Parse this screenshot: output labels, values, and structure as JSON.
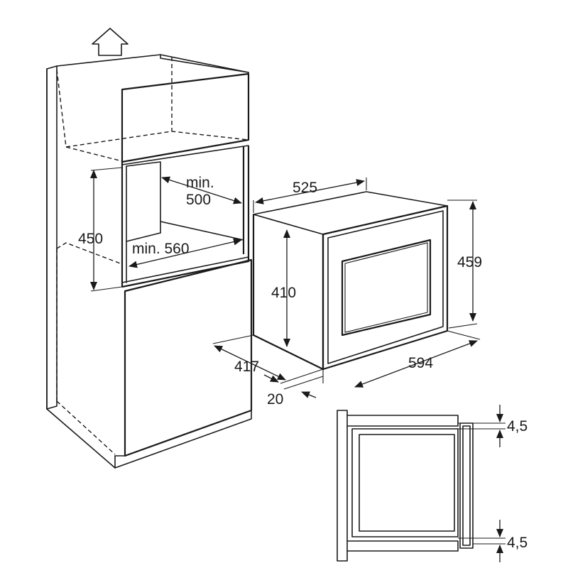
{
  "icons": {
    "up_arrow": "up-arrow-icon"
  },
  "labels": {
    "dim_min500_line1": "min.",
    "dim_min500_line2": "500",
    "dim_450": "450",
    "dim_min560": "min. 560",
    "dim_525": "525",
    "dim_410": "410",
    "dim_459": "459",
    "dim_417": "417",
    "dim_594": "594",
    "dim_20": "20",
    "dim_4_5_top": "4,5",
    "dim_4_5_bottom": "4,5"
  },
  "colors": {
    "line": "#1a1a1a",
    "background": "#ffffff"
  }
}
